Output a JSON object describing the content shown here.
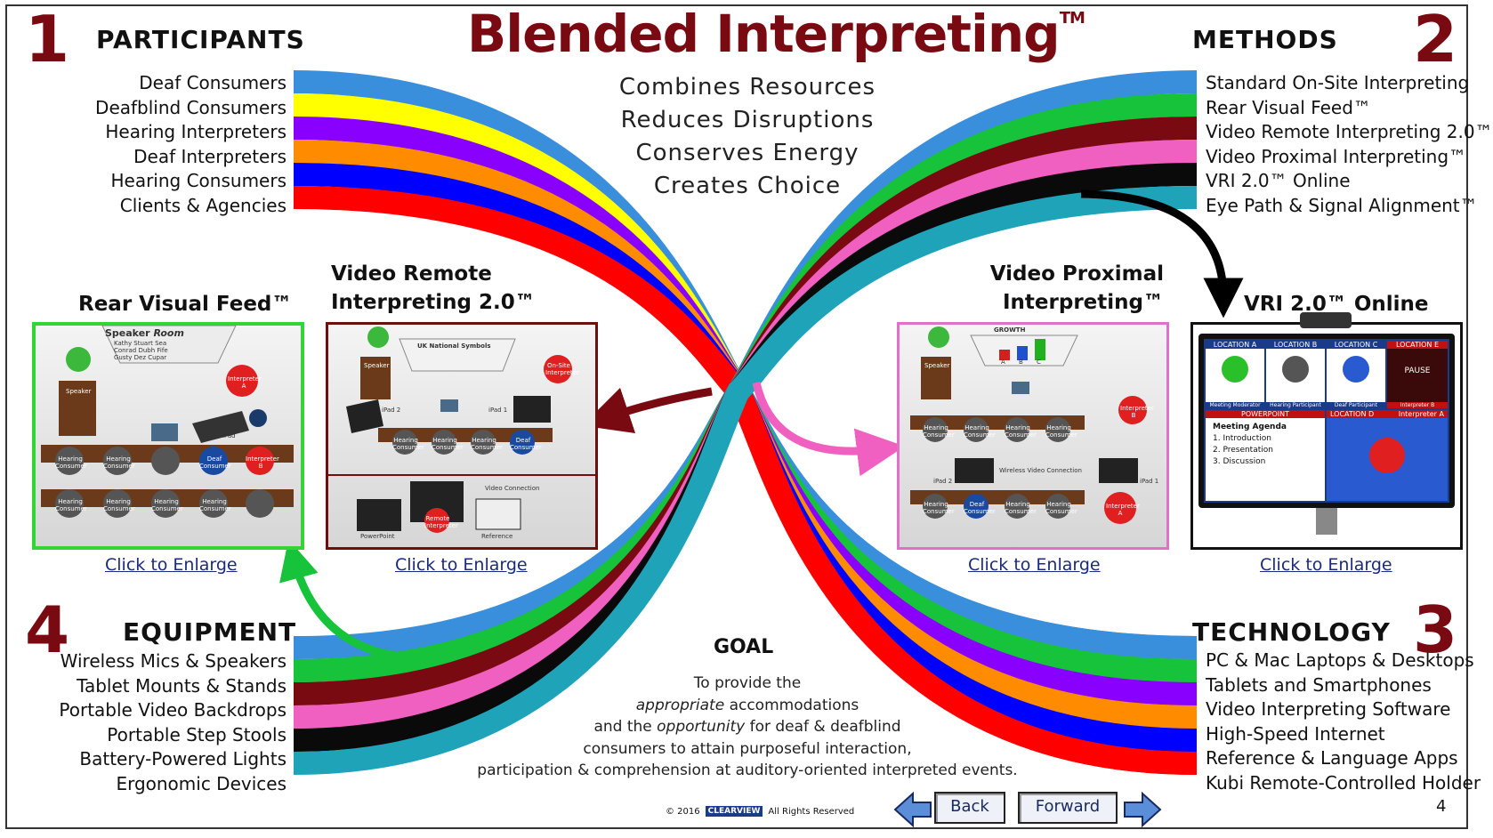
{
  "header": {
    "title": "Blended Interpreting",
    "title_mark": "TM"
  },
  "center_tagline": [
    "Combines Resources",
    "Reduces Disruptions",
    "Conserves Energy",
    "Creates Choice"
  ],
  "participants": {
    "number": "1",
    "title": "PARTICIPANTS",
    "items": [
      "Deaf Consumers",
      "Deafblind Consumers",
      "Hearing Interpreters",
      "Deaf Interpreters",
      "Hearing Consumers",
      "Clients & Agencies"
    ]
  },
  "methods": {
    "number": "2",
    "title": "METHODS",
    "items": [
      "Standard On-Site Interpreting",
      "Rear Visual Feed™",
      "Video Remote Interpreting 2.0™",
      "Video Proximal Interpreting™",
      "VRI 2.0™ Online",
      "Eye Path & Signal Alignment™"
    ]
  },
  "technology": {
    "number": "3",
    "title": "TECHNOLOGY",
    "items": [
      "PC & Mac Laptops & Desktops",
      "Tablets and Smartphones",
      "Video Interpreting Software",
      "High-Speed Internet",
      "Reference & Language Apps",
      "Kubi Remote-Controlled Holder"
    ]
  },
  "equipment": {
    "number": "4",
    "title": "EQUIPMENT",
    "items": [
      "Wireless Mics & Speakers",
      "Tablet Mounts & Stands",
      "Portable Video Backdrops",
      "Portable Step Stools",
      "Battery-Powered Lights",
      "Ergonomic Devices"
    ]
  },
  "panels": {
    "rear_visual_feed": {
      "title": "Rear Visual Feed™",
      "link": "Click to Enlarge",
      "room_title_a": "Speaker",
      "room_title_b": "Room",
      "names": [
        "Kathy Stuart",
        "Sea",
        "Conrad Dubh",
        "Fife",
        "Gusty Dez",
        "Cupar"
      ],
      "speaker": "Speaker",
      "interp_a": "Interpreter A",
      "interp_b": "Interpreter B",
      "ipad": "iPad",
      "seats_row1": [
        "Hearing Consumer",
        "Hearing Consumer",
        "",
        "Deaf Consumer"
      ],
      "seats_row2": [
        "Hearing Consumer",
        "Hearing Consumer",
        "Hearing Consumer",
        "Hearing Consumer",
        ""
      ]
    },
    "vri": {
      "title_line1": "Video Remote",
      "title_line2": "Interpreting 2.0™",
      "link": "Click to Enlarge",
      "screen": "UK National Symbols",
      "speaker": "Speaker",
      "onsite": "On-Site Interpreter",
      "ipad1": "iPad 1",
      "ipad2": "iPad 2",
      "seats": [
        "Hearing Consumer",
        "Hearing Consumer",
        "Hearing Consumer",
        "Deaf Consumer"
      ],
      "video_connection": "Video Connection",
      "powerpoint": "PowerPoint",
      "remote": "Remote Interpreter",
      "reference": "Reference"
    },
    "vpi": {
      "title_line1": "Video Proximal",
      "title_line2": "Interpreting™",
      "link": "Click to Enlarge",
      "screen": "GROWTH",
      "bars": [
        "A",
        "B",
        "C"
      ],
      "speaker": "Speaker",
      "interp_b": "Interpreter B",
      "interp_a": "Interpreter A",
      "seats_row1": [
        "Hearing Consumer",
        "Hearing Consumer",
        "Hearing Consumer",
        "Hearing Consumer"
      ],
      "wireless": "Wireless Video Connection",
      "ipad1": "iPad 1",
      "ipad2": "iPad 2",
      "seats_row2": [
        "Hearing Consumer",
        "Deaf Consumer",
        "Hearing Consumer",
        "Hearing Consumer"
      ]
    },
    "vri_online": {
      "title": "VRI 2.0™ Online",
      "link": "Click to Enlarge",
      "locations": [
        "LOCATION A",
        "LOCATION B",
        "LOCATION C",
        "LOCATION E"
      ],
      "captions": [
        "Meeting Moderator",
        "Hearing Participant",
        "Deaf Participant",
        "Interpreter B"
      ],
      "pause": "PAUSE",
      "powerpoint": "POWERPOINT",
      "location_d": "LOCATION D",
      "interp_a": "Interpreter A",
      "agenda": [
        "Meeting Agenda",
        "1. Introduction",
        "2. Presentation",
        "3. Discussion"
      ]
    }
  },
  "goal": {
    "title": "GOAL",
    "line1": "To provide the",
    "line2_italic": "appropriate",
    "line2_rest": " accommodations",
    "line3_pre": "and the ",
    "line3_italic": "opportunity",
    "line3_rest": " for deaf & deafblind",
    "line4": "consumers to attain purposeful interaction,",
    "line5": "participation & comprehension at  auditory-oriented interpreted events."
  },
  "footer": {
    "copyright": "© 2016",
    "logo": "CLEARVIEW",
    "rights": "All Rights Reserved",
    "page_number": "4"
  },
  "nav": {
    "back": "Back",
    "forward": "Forward"
  },
  "colors": {
    "bands": [
      "#3a8fdc",
      "#16c33a",
      "#7a0a12",
      "#f060c0",
      "#0a0a0a",
      "#1fa3b8",
      "#ff0000",
      "#0000ff",
      "#ff8c00",
      "#8a00ff",
      "#ffff00"
    ],
    "title": "#7a0a12",
    "link": "#1a2a80"
  }
}
